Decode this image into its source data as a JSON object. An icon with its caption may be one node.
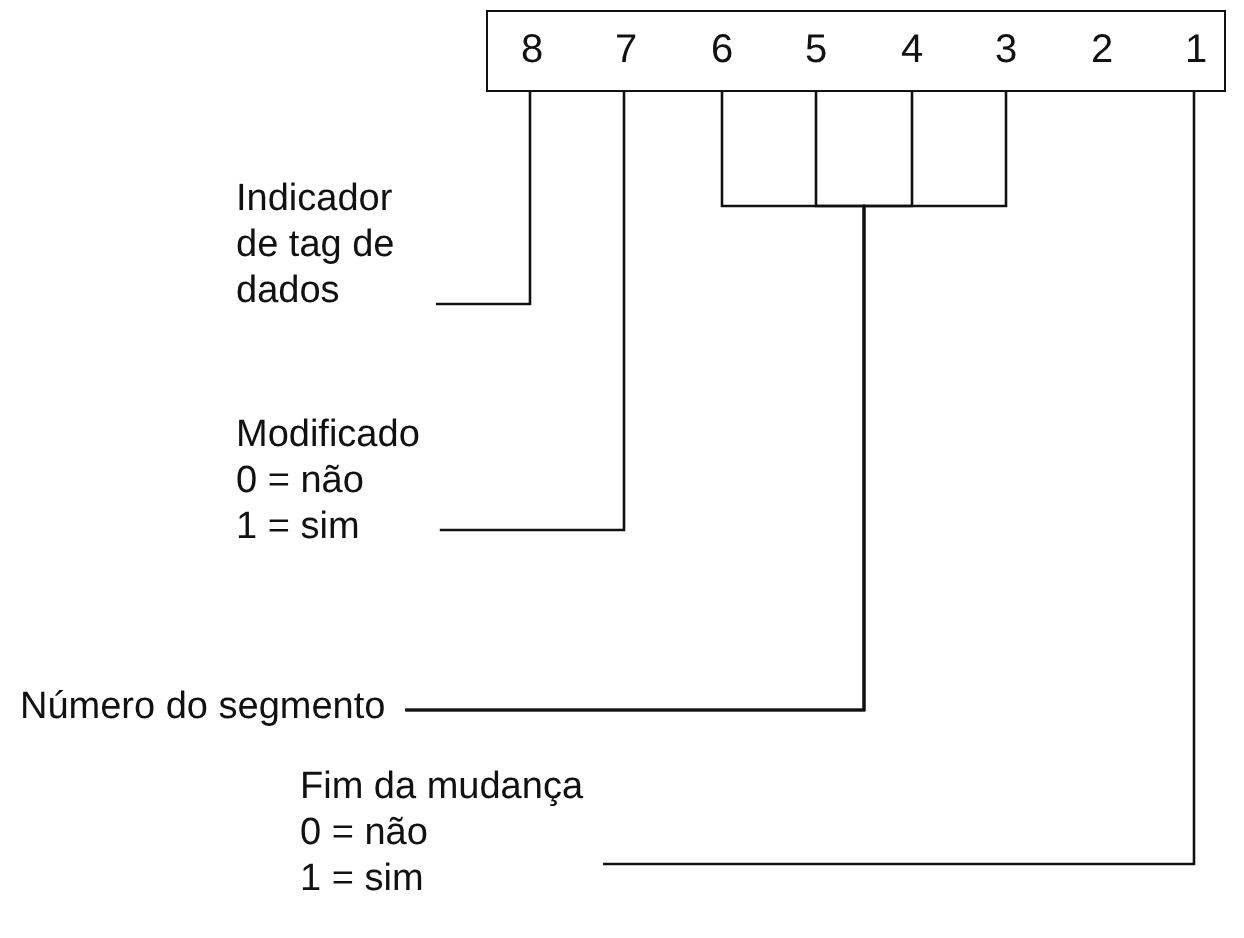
{
  "diagram": {
    "nodes": [
      {
        "text": [],
        "shape": "box"
      },
      {
        "text": [
          "8"
        ],
        "in": 0
      },
      {
        "text": [
          "7"
        ],
        "in": 0
      },
      {
        "text": [
          "6"
        ],
        "in": 0
      },
      {
        "text": [
          "5"
        ],
        "in": 0
      },
      {
        "text": [
          "4"
        ],
        "in": 0
      },
      {
        "text": [
          "3"
        ],
        "in": 0
      },
      {
        "text": [
          "2"
        ],
        "in": 0
      },
      {
        "text": [
          "1"
        ],
        "in": 0
      },
      {
        "text": [
          "Indicador de tag de dados"
        ]
      },
      {
        "text": [
          "Modificado",
          "0 = não",
          "1 = sim"
        ]
      },
      {
        "text": [
          "Número do segmento"
        ]
      },
      {
        "text": [
          "Fim da mudança",
          "0 = não",
          "1 = sim"
        ]
      }
    ],
    "edges": [
      {
        "from": 9,
        "to": 1,
        "arrow": "none"
      },
      {
        "from": 10,
        "to": 2,
        "arrow": "none"
      },
      {
        "from": 11,
        "to": 3,
        "arrow": "none"
      },
      {
        "from": 11,
        "to": 4,
        "arrow": "none"
      },
      {
        "from": 11,
        "to": 5,
        "arrow": "none"
      },
      {
        "from": 11,
        "to": 6,
        "arrow": "none"
      },
      {
        "from": 12,
        "to": 8,
        "arrow": "none"
      }
    ]
  }
}
